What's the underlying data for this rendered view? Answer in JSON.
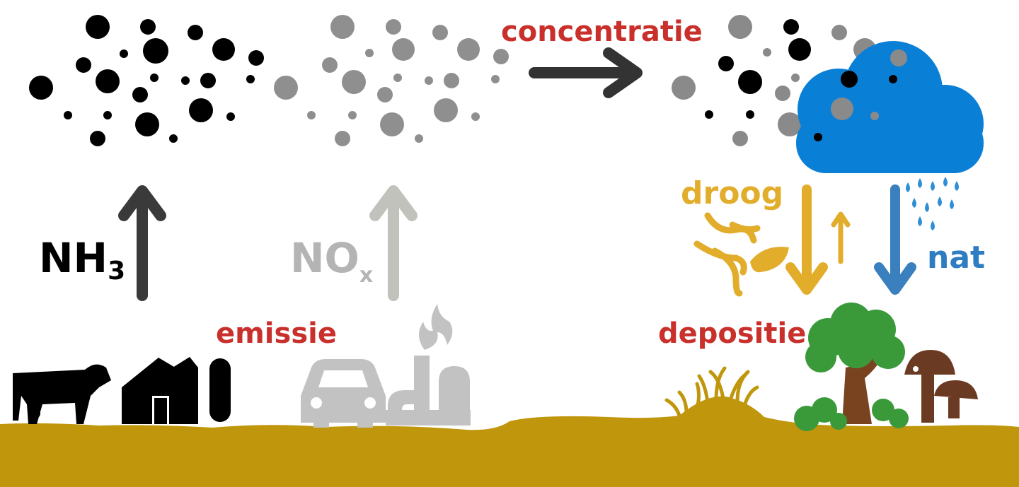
{
  "labels": {
    "nh3": "NH",
    "nh3_sub": "3",
    "nox": "NO",
    "nox_sub": "x",
    "emissie": "emissie",
    "concentratie": "concentratie",
    "depositie": "depositie",
    "droog": "droog",
    "nat": "nat"
  },
  "colors": {
    "label_red": "#c9302c",
    "nh3_black": "#000000",
    "nox_grey": "#b4b4b4",
    "dry_gold": "#e3ad2c",
    "wet_blue": "#2e7cc1",
    "cloud_blue": "#0a7fd6",
    "ground": "#c0960c",
    "tree_green": "#3a9a3a",
    "trunk_brown": "#7a4320",
    "mushroom_brown": "#6b3a22"
  },
  "icons": [
    "cow-icon",
    "barn-icon",
    "silo-icon",
    "car-icon",
    "factory-icon",
    "flame-icon",
    "cloud-icon",
    "raindrops-icon",
    "leaf-icon",
    "wind-swirl-icon",
    "tree-icon",
    "mushroom-icon",
    "grass-icon"
  ]
}
